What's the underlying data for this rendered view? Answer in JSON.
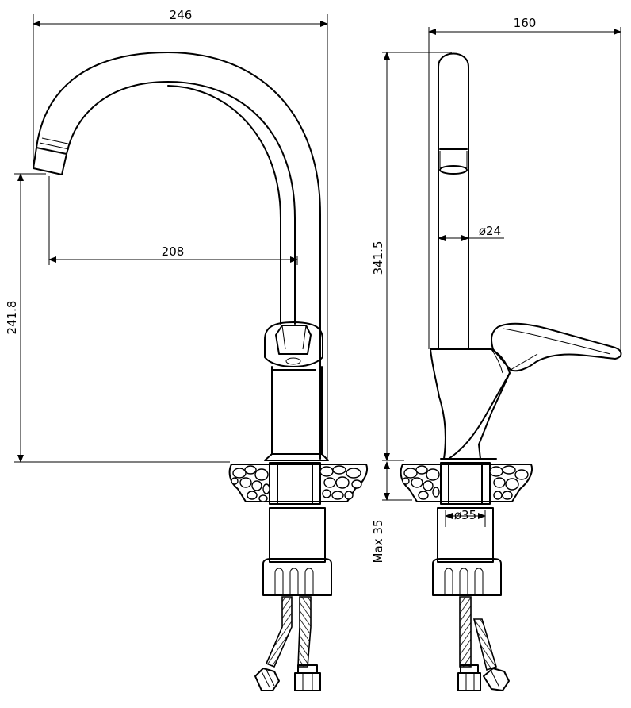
{
  "front_view": {
    "dim_width": "246",
    "dim_reach": "208",
    "dim_height": "241.8"
  },
  "side_view": {
    "dim_width": "160",
    "dim_height": "341.5",
    "dim_spout_diameter": "ø24",
    "dim_mount_diameter": "ø35",
    "dim_max_thickness": "Max 35"
  }
}
